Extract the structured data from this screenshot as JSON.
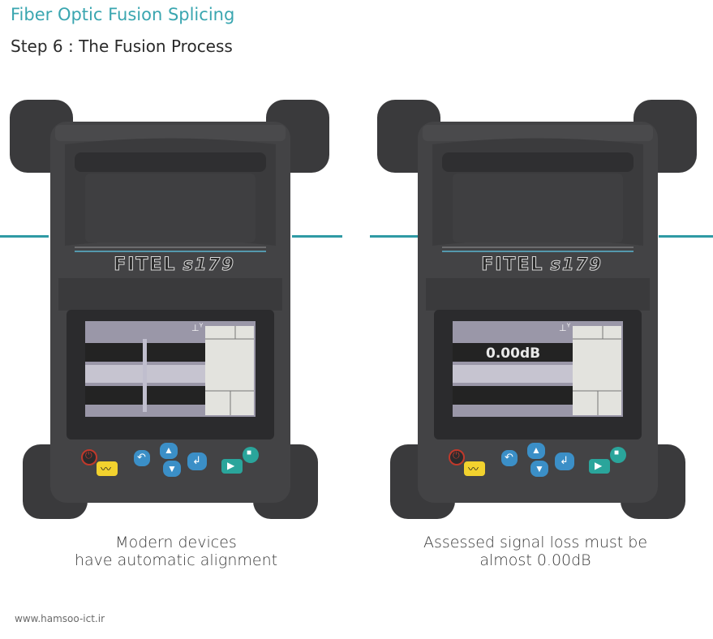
{
  "header": {
    "title": "Fiber Optic Fusion Splicing",
    "subtitle": "Step 6 :  The Fusion Process"
  },
  "devices": [
    {
      "brand": "FITEL",
      "model": "s179",
      "screen_readout": "",
      "caption_line1": "Modern devices",
      "caption_line2": "have automatic alignment"
    },
    {
      "brand": "FITEL",
      "model": "s179",
      "screen_readout": "0.00dB",
      "caption_line1": "Assessed signal loss must be",
      "caption_line2": "almost 0.00dB"
    }
  ],
  "footer": {
    "website": "www.hamsoo-ict.ir"
  },
  "colors": {
    "accent": "#3aa6b0",
    "fiber": "#2f9aa4",
    "device_body": "#3d3d3f",
    "power_button": "#c0392b",
    "arc_button": "#f2d22e",
    "nav_button": "#3b8fc7",
    "play_button": "#2aa59b"
  },
  "icons": [
    "power-icon",
    "arc-icon",
    "back-icon",
    "up-arrow-icon",
    "down-arrow-icon",
    "enter-icon",
    "play-icon",
    "stop-icon",
    "axis-icon"
  ]
}
